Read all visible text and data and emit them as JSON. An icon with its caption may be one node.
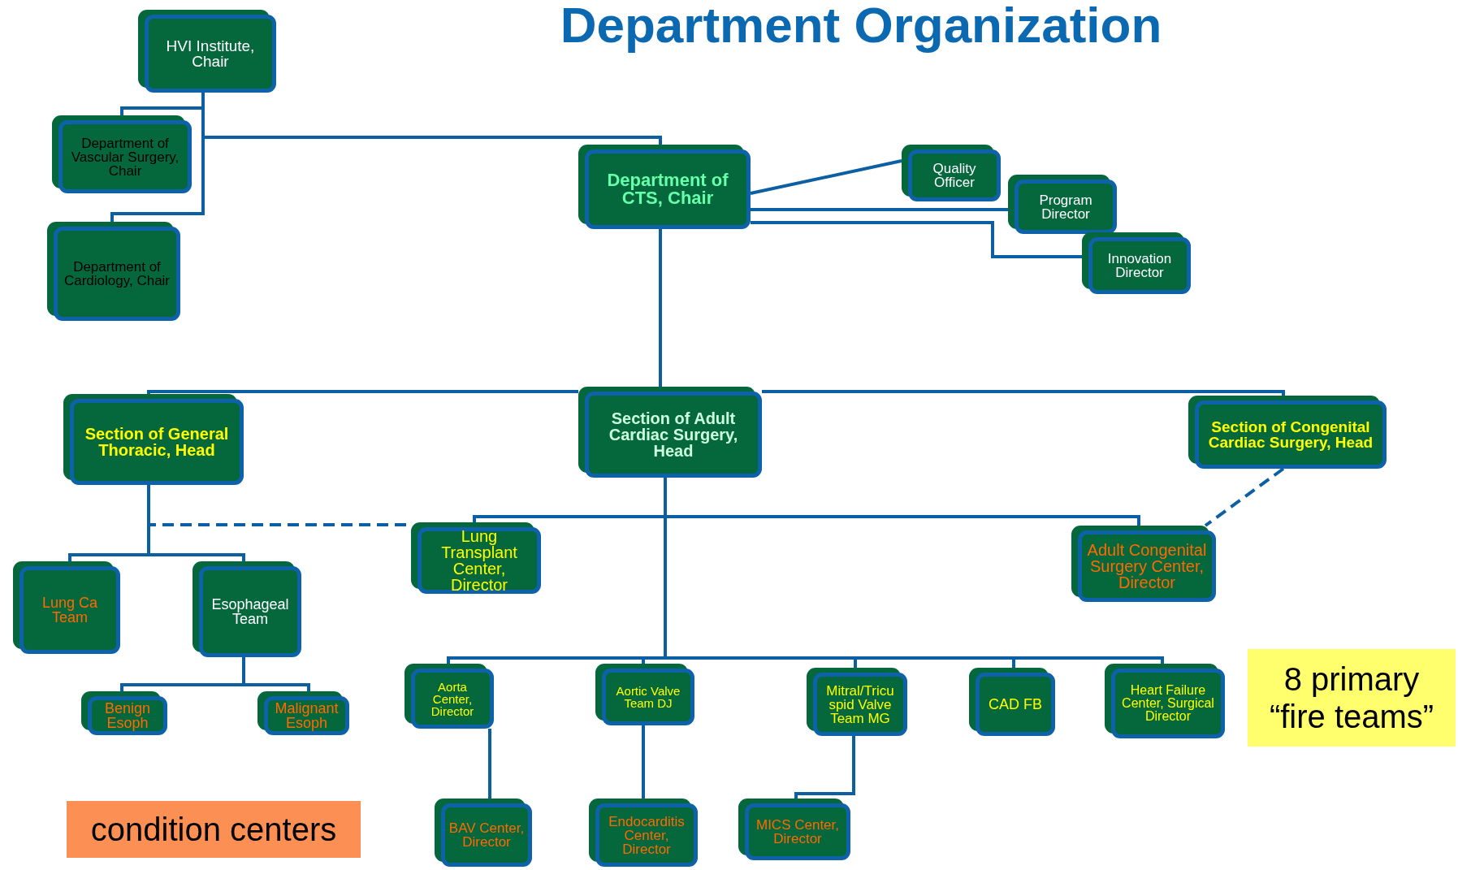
{
  "diagram": {
    "title": "Department Organization",
    "nodes": [
      {
        "text": [
          "HVI Institute, Chair"
        ]
      },
      {
        "text": [
          "Department of Vascular Surgery, Chair"
        ]
      },
      {
        "text": [
          "Department of Cardiology, Chair"
        ]
      },
      {
        "text": [
          "Department of CTS, Chair"
        ]
      },
      {
        "text": [
          "Quality Officer"
        ]
      },
      {
        "text": [
          "Program Director"
        ]
      },
      {
        "text": [
          "Innovation Director"
        ]
      },
      {
        "text": [
          "Section of General Thoracic, Head"
        ]
      },
      {
        "text": [
          "Section of Adult Cardiac Surgery, Head"
        ]
      },
      {
        "text": [
          "Section of Congenital Cardiac Surgery, Head"
        ]
      },
      {
        "text": [
          "Lung Ca Team"
        ]
      },
      {
        "text": [
          "Esophageal Team"
        ]
      },
      {
        "text": [
          "Benign Esoph"
        ]
      },
      {
        "text": [
          "Malignant Esoph"
        ]
      },
      {
        "text": [
          "Lung Transplant Center, Director"
        ]
      },
      {
        "text": [
          "Adult Congenital Surgery Center, Director"
        ]
      },
      {
        "text": [
          "Aorta Center, Director"
        ]
      },
      {
        "text": [
          "Aortic Valve Team DJ"
        ]
      },
      {
        "text": [
          "Mitral/Tricu spid Valve Team MG"
        ]
      },
      {
        "text": [
          "CAD FB"
        ]
      },
      {
        "text": [
          "Heart Failure Center, Surgical Director"
        ]
      },
      {
        "text": [
          "BAV Center, Director"
        ]
      },
      {
        "text": [
          "Endocarditis Center, Director"
        ]
      },
      {
        "text": [
          "MICS Center, Director"
        ]
      },
      {
        "text": [
          "condition centers"
        ]
      },
      {
        "text": [
          "8 primary “fire teams”"
        ]
      }
    ],
    "edges": [
      {
        "from": 0,
        "to": 1,
        "arrow": "none"
      },
      {
        "from": 0,
        "to": 2,
        "arrow": "none"
      },
      {
        "from": 0,
        "to": 3,
        "arrow": "none"
      },
      {
        "from": 3,
        "to": 4,
        "arrow": "none"
      },
      {
        "from": 3,
        "to": 5,
        "arrow": "none"
      },
      {
        "from": 3,
        "to": 6,
        "arrow": "none"
      },
      {
        "from": 3,
        "to": 8,
        "arrow": "none"
      },
      {
        "from": 8,
        "to": 7,
        "arrow": "none"
      },
      {
        "from": 8,
        "to": 9,
        "arrow": "none"
      },
      {
        "from": 7,
        "to": 10,
        "arrow": "none"
      },
      {
        "from": 7,
        "to": 11,
        "arrow": "none"
      },
      {
        "from": 7,
        "to": 14,
        "arrow": "none",
        "style": "dashed"
      },
      {
        "from": 11,
        "to": 12,
        "arrow": "none"
      },
      {
        "from": 11,
        "to": 13,
        "arrow": "none"
      },
      {
        "from": 8,
        "to": 14,
        "arrow": "none"
      },
      {
        "from": 8,
        "to": 15,
        "arrow": "none"
      },
      {
        "from": 9,
        "to": 15,
        "arrow": "none",
        "style": "dashed"
      },
      {
        "from": 8,
        "to": 16,
        "arrow": "none"
      },
      {
        "from": 8,
        "to": 17,
        "arrow": "none"
      },
      {
        "from": 8,
        "to": 18,
        "arrow": "none"
      },
      {
        "from": 8,
        "to": 19,
        "arrow": "none"
      },
      {
        "from": 8,
        "to": 20,
        "arrow": "none"
      },
      {
        "from": 16,
        "to": 21,
        "arrow": "none"
      },
      {
        "from": 17,
        "to": 22,
        "arrow": "none"
      },
      {
        "from": 18,
        "to": 23,
        "arrow": "none"
      }
    ]
  }
}
